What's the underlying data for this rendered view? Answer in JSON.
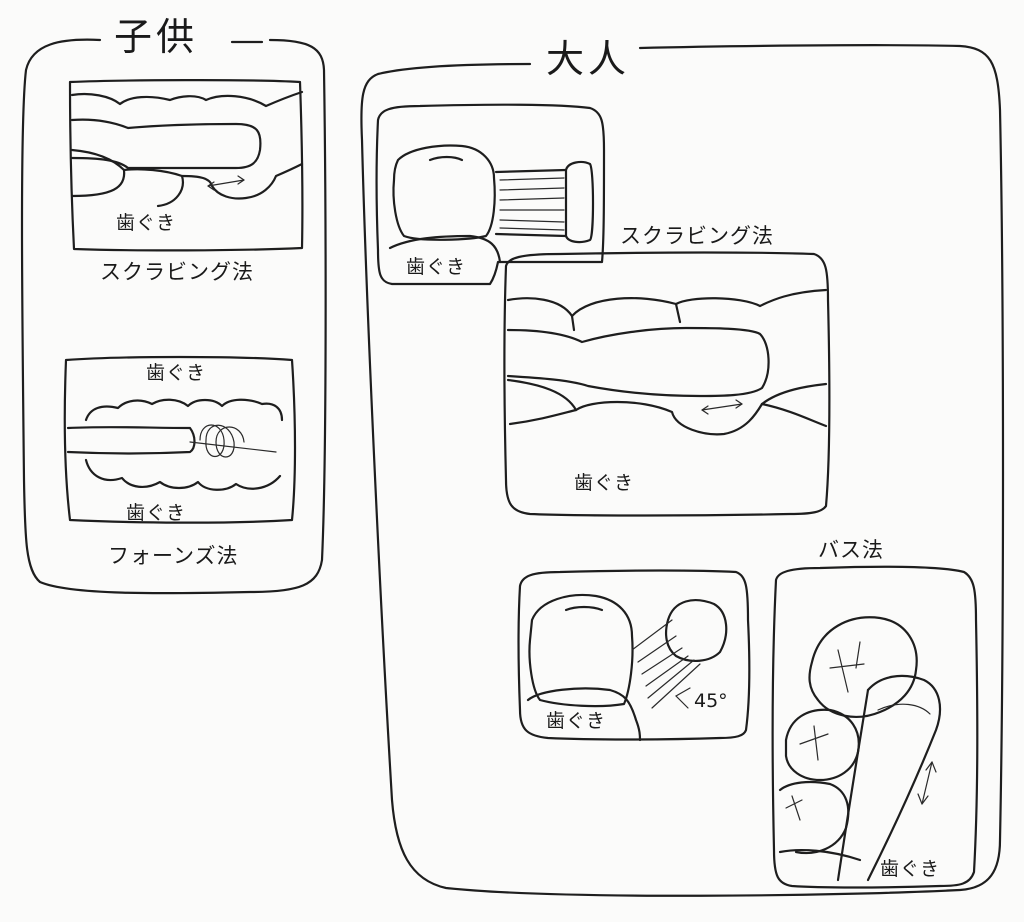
{
  "sections": {
    "child": {
      "title": "子供",
      "scrubbing": {
        "method": "スクラビング法",
        "gum": "歯ぐき"
      },
      "fones": {
        "method": "フォーンズ法",
        "gum_top": "歯ぐき",
        "gum_bottom": "歯ぐき"
      }
    },
    "adult": {
      "title": "大人",
      "side_view": {
        "gum": "歯ぐき"
      },
      "scrubbing": {
        "method": "スクラビング法",
        "gum": "歯ぐき"
      },
      "bass": {
        "method": "バス法",
        "gum_side": "歯ぐき",
        "gum_close": "歯ぐき",
        "angle": "45°"
      }
    }
  }
}
